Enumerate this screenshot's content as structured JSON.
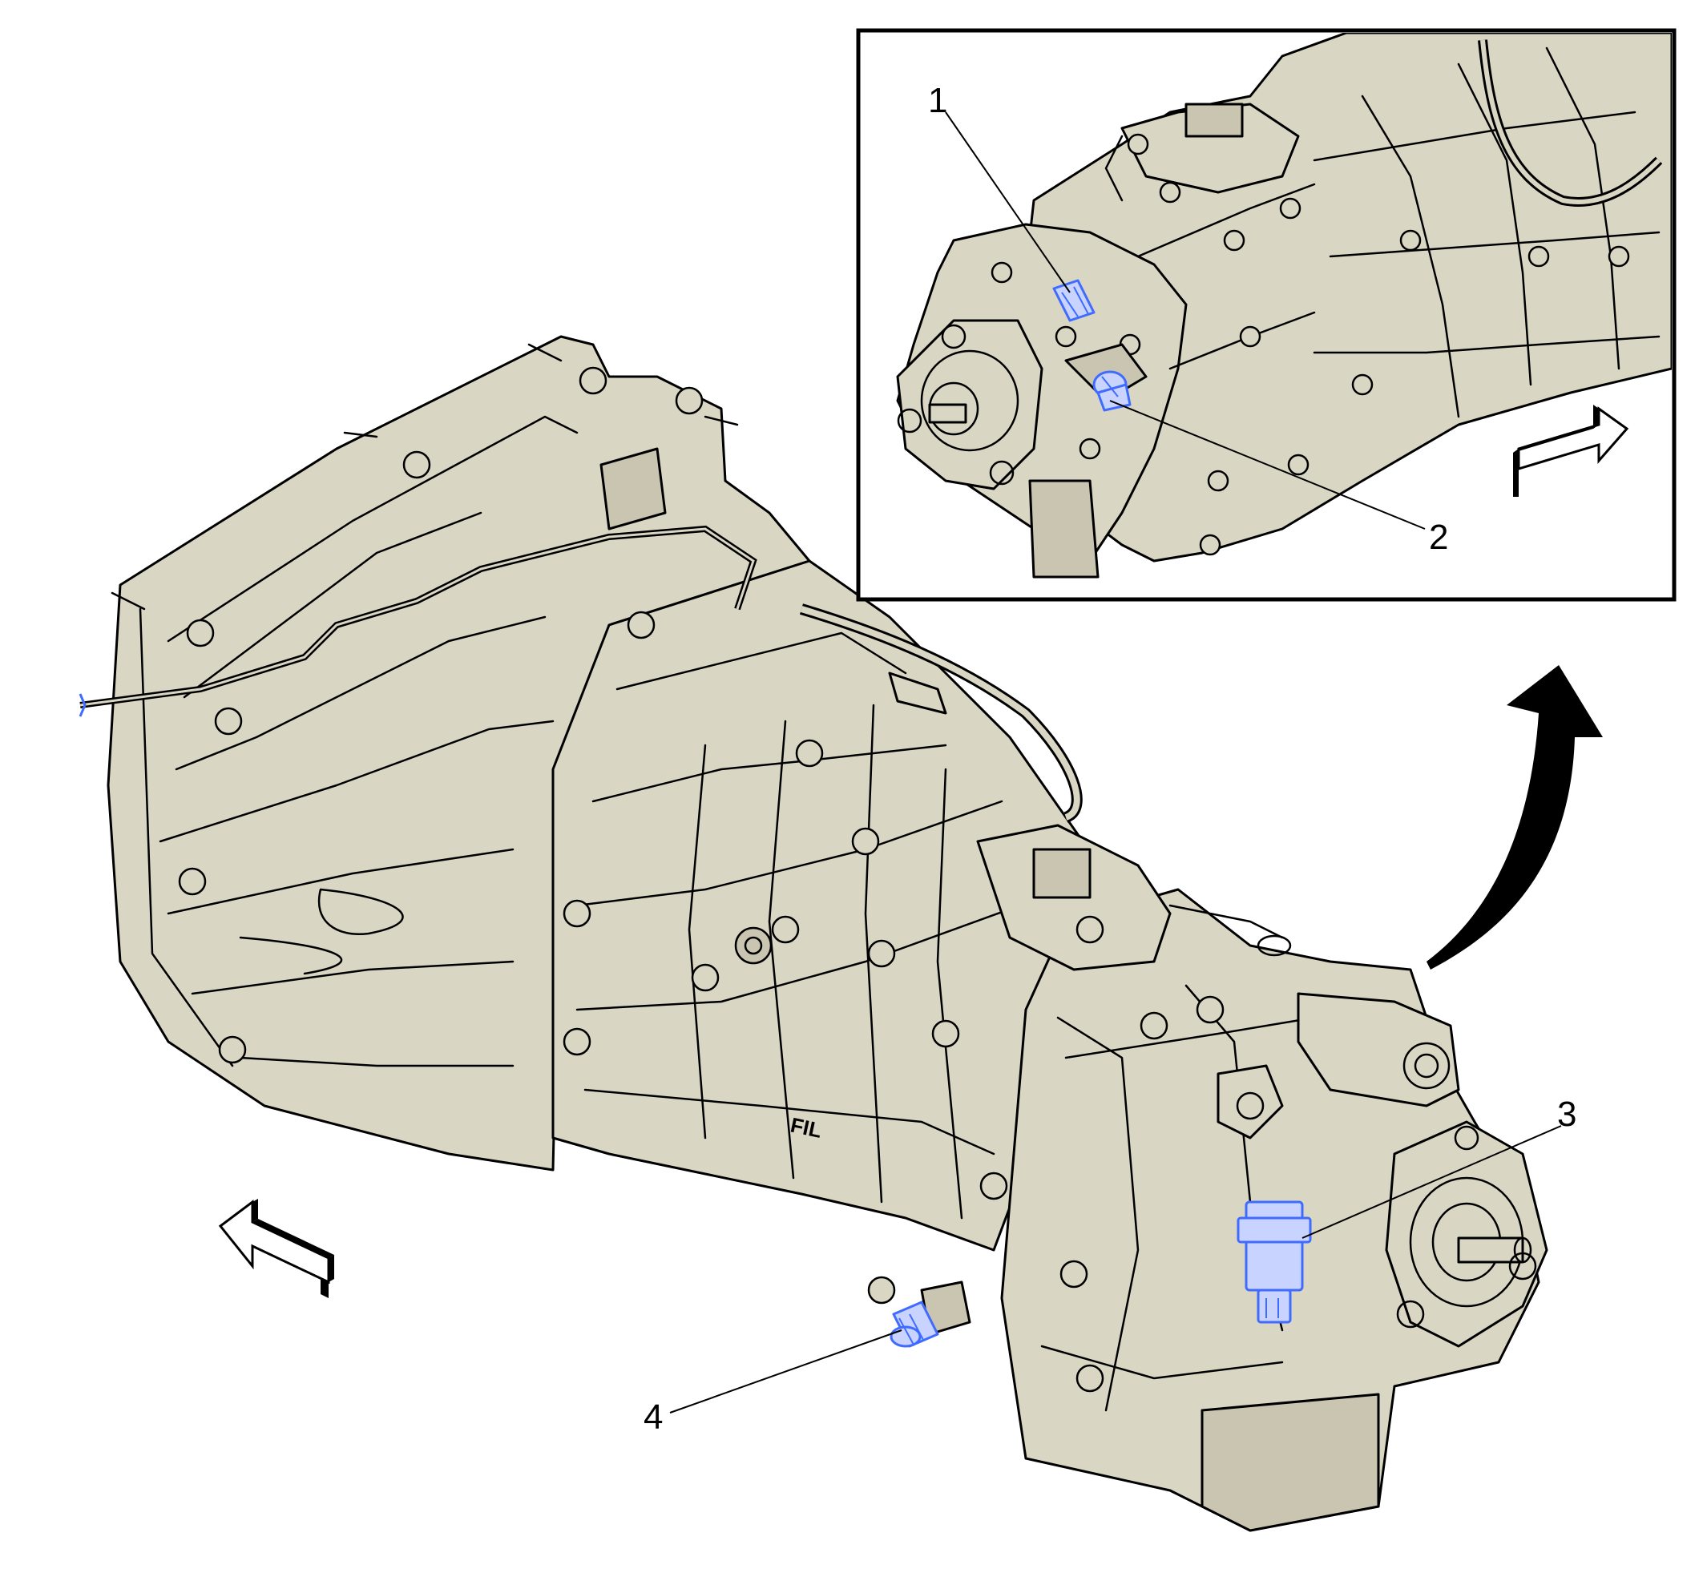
{
  "colors": {
    "housing_fill": "#d9d6c3",
    "housing_shade": "#c9c5b0",
    "outline": "#000000",
    "component_stroke": "#3f6bff",
    "component_fill": "#c9d3ff",
    "inset_border": "#000000",
    "background": "#ffffff"
  },
  "callouts": [
    {
      "id": "1",
      "label": "1"
    },
    {
      "id": "2",
      "label": "2"
    },
    {
      "id": "3",
      "label": "3"
    },
    {
      "id": "4",
      "label": "4"
    }
  ],
  "inset": {
    "arrow_icon": "forward-direction-arrow-icon"
  },
  "main": {
    "arrow_icon": "forward-direction-arrow-icon",
    "view_arrow_icon": "curved-view-arrow-icon",
    "embossed_text": "FIL"
  }
}
